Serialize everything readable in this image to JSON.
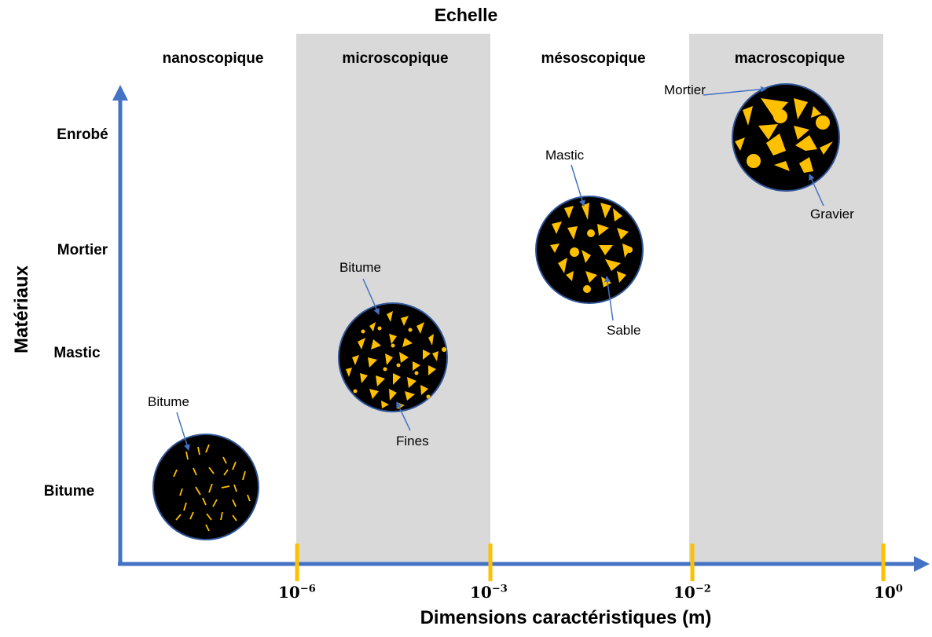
{
  "title": "Echelle",
  "scales": [
    "nanoscopique",
    "microscopique",
    "mésoscopique",
    "macroscopique"
  ],
  "y_axis": {
    "title": "Matériaux",
    "levels": [
      "Enrobé",
      "Mortier",
      "Mastic",
      "Bitume"
    ]
  },
  "x_axis": {
    "title": "Dimensions caractéristiques (m)",
    "ticks": [
      {
        "base": "10",
        "exp": "−6"
      },
      {
        "base": "10",
        "exp": "−3"
      },
      {
        "base": "10",
        "exp": "−2"
      },
      {
        "base": "10",
        "exp": "0"
      }
    ]
  },
  "annotations": {
    "bitume_nano": "Bitume",
    "bitume_micro": "Bitume",
    "fines": "Fines",
    "mastic": "Mastic",
    "sable": "Sable",
    "mortier": "Mortier",
    "gravier": "Gravier"
  },
  "colors": {
    "axis": "#4472c4",
    "band": "#d9d9d9",
    "particle": "#ffc000",
    "circle_fill": "#000000",
    "circle_stroke": "#2f5597",
    "tick": "#ffc000"
  }
}
